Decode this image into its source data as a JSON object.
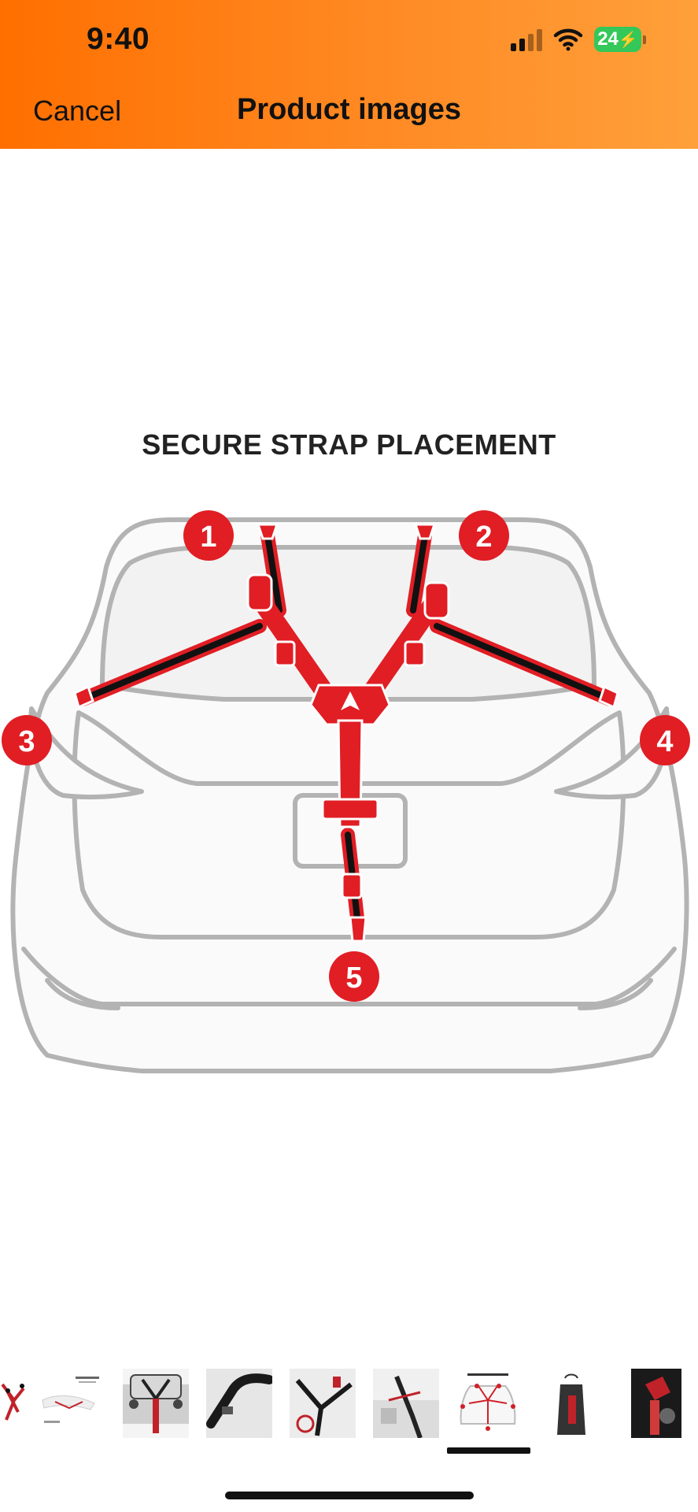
{
  "status_bar": {
    "time": "9:40",
    "battery": "24",
    "icons": [
      "cellular-signal-icon",
      "wifi-icon",
      "battery-charging-icon"
    ]
  },
  "nav": {
    "cancel_label": "Cancel",
    "title": "Product images"
  },
  "image": {
    "headline": "SECURE STRAP PLACEMENT",
    "markers": [
      "1",
      "2",
      "3",
      "4",
      "5"
    ]
  },
  "thumbnails": {
    "count": 9,
    "selected_index": 6,
    "items": [
      {
        "name": "thumb-rack-side"
      },
      {
        "name": "thumb-compact-rack"
      },
      {
        "name": "thumb-rack-on-car"
      },
      {
        "name": "thumb-arm-closeup"
      },
      {
        "name": "thumb-bike-frame"
      },
      {
        "name": "thumb-bike-mounted"
      },
      {
        "name": "thumb-strap-placement"
      },
      {
        "name": "thumb-storage-bag"
      },
      {
        "name": "thumb-strap-detail"
      }
    ]
  },
  "colors": {
    "header_start": "#ff6f00",
    "header_end": "#ffa03a",
    "marker_red": "#e01e24",
    "car_outline": "#b3b3b3"
  }
}
